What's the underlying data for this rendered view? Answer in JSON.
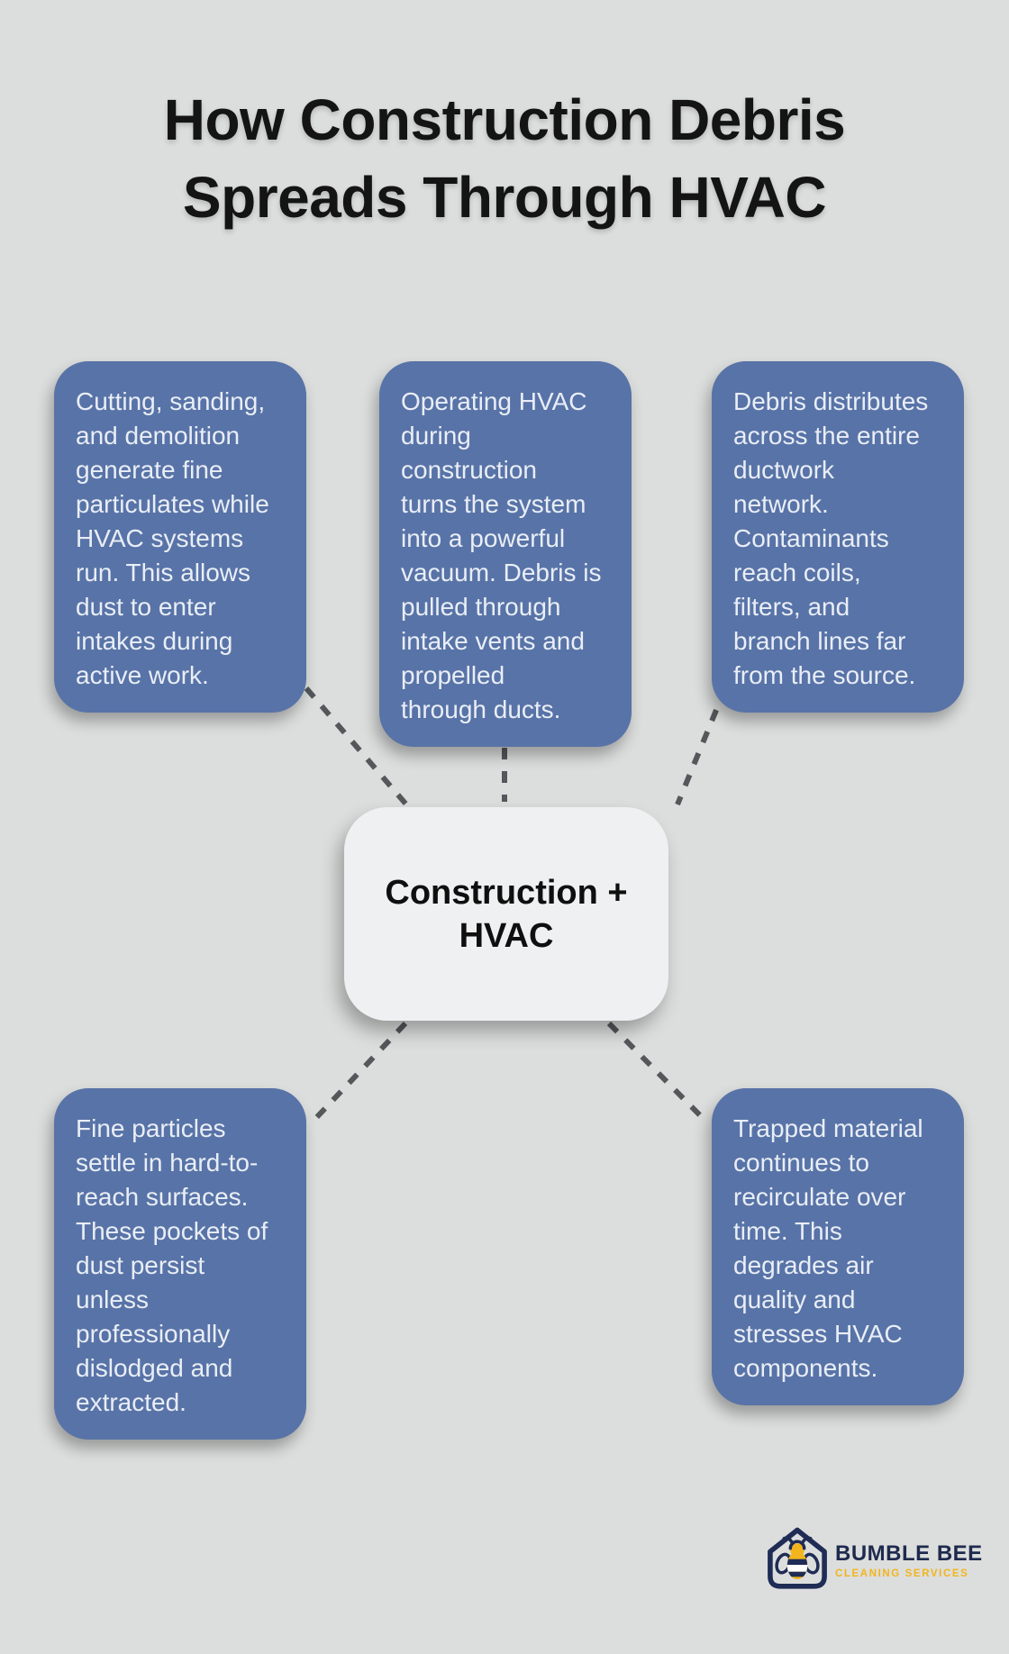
{
  "page": {
    "background_color": "#dcdedd",
    "title_line1": "How Construction Debris",
    "title_line2": "Spreads Through HVAC",
    "title_color": "#141414"
  },
  "center_node": {
    "line1": "Construction +",
    "line2": "HVAC",
    "background_color": "#eef0f1",
    "text_color": "#0f0f0f"
  },
  "boxes": {
    "background_color": "#5873a7",
    "text_color": "#e9eef6",
    "top_left": "Cutting, sanding,\nand demolition\ngenerate fine\nparticulates while\nHVAC systems\nrun. This allows\ndust to enter\nintakes during\nactive work.",
    "top_middle": "Operating HVAC\nduring\nconstruction\nturns the system\ninto a powerful\nvacuum. Debris is\npulled through\nintake vents and\npropelled\nthrough ducts.",
    "top_right": "Debris distributes\nacross the entire\nductwork\nnetwork.\nContaminants\nreach coils,\nfilters, and\nbranch lines far\nfrom the source.",
    "bottom_left": "Fine particles\nsettle in hard-to-\nreach surfaces.\nThese pockets of\ndust persist\nunless\nprofessionally\ndislodged and\nextracted.",
    "bottom_right": "Trapped material\ncontinues to\nrecirculate over\ntime. This\ndegrades air\nquality and\nstresses HVAC\ncomponents."
  },
  "connectors": {
    "color": "#54585b",
    "style": "dashed"
  },
  "logo": {
    "name": "BUMBLE BEE",
    "tagline": "CLEANING SERVICES",
    "name_color": "#1e2a4d",
    "tagline_color": "#f2b51d",
    "icon": "bee-in-house-icon",
    "icon_navy": "#1f2c55",
    "icon_yellow": "#f2b51d"
  }
}
